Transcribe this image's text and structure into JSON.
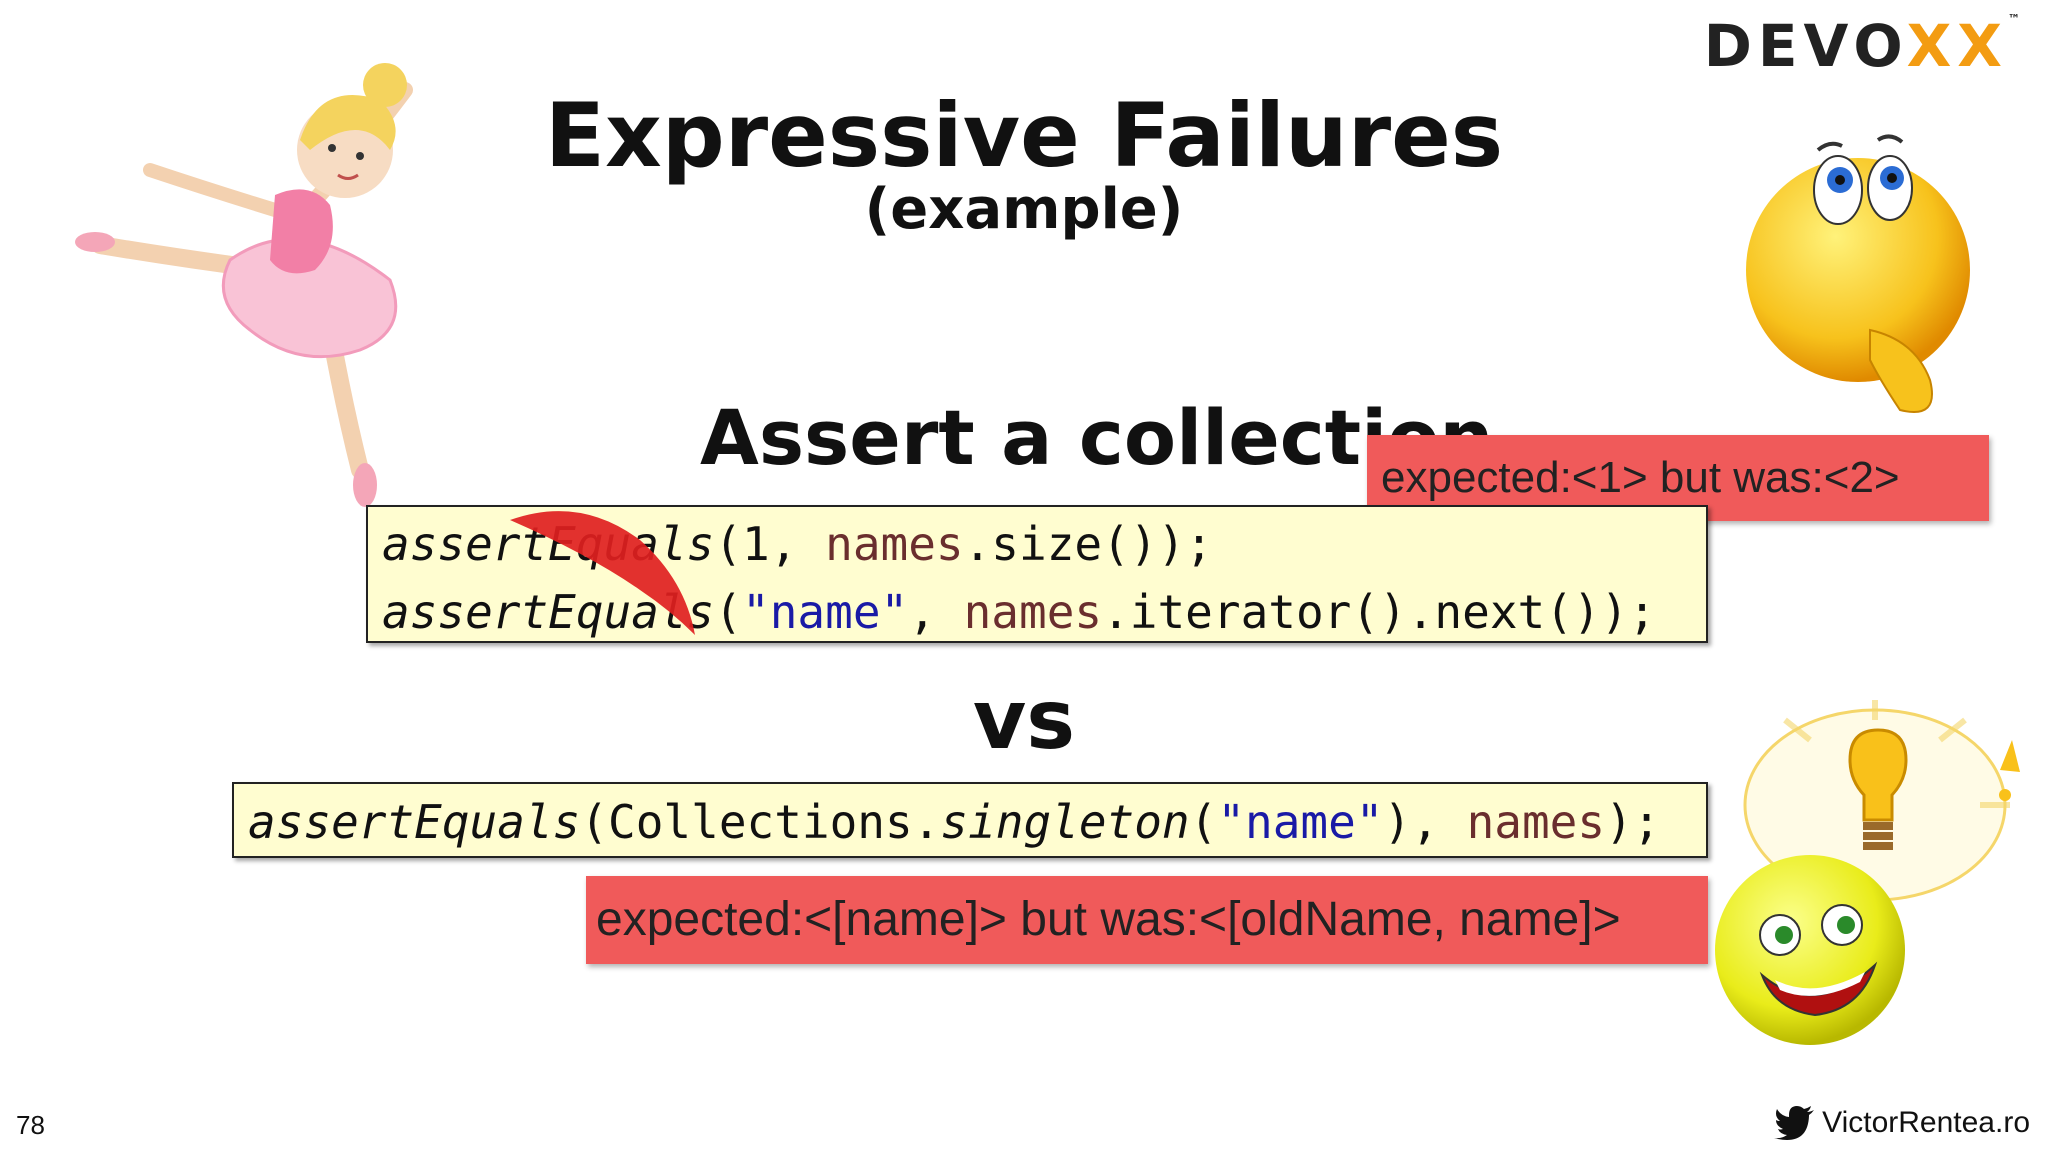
{
  "logo": {
    "text_main": "DEVO",
    "text_accent": "X",
    "text_end": "X",
    "tm": "™"
  },
  "slide": {
    "title": "Expressive Failures",
    "subtitle": "(example)",
    "section_heading": "Assert a collection",
    "vs": "vs",
    "page_number": "78",
    "twitter_handle": "VictorRentea.ro"
  },
  "code_before": {
    "line1": {
      "fn": "assertEquals",
      "args_a": "(1, ",
      "var": "names",
      "args_b": ".size());"
    },
    "line2": {
      "fn": "assertEquals",
      "paren": "(",
      "str": "\"name\"",
      "sep": ", ",
      "var": "names",
      "rest": ".iterator().next());"
    }
  },
  "code_after": {
    "fn": "assertEquals",
    "paren": "(Collections.",
    "fn2": "singleton",
    "paren2": "(",
    "str": "\"name\"",
    "sep": "), ",
    "var": "names",
    "end": ");"
  },
  "errors": {
    "error1": "expected:<1> but was:<2>",
    "error2": "expected:<[name]> but was:<[oldName, name]>"
  },
  "colors": {
    "code_bg": "#fffdd0",
    "error_bg": "#f05a5a",
    "strike": "#e02020",
    "accent": "#f39c12"
  }
}
